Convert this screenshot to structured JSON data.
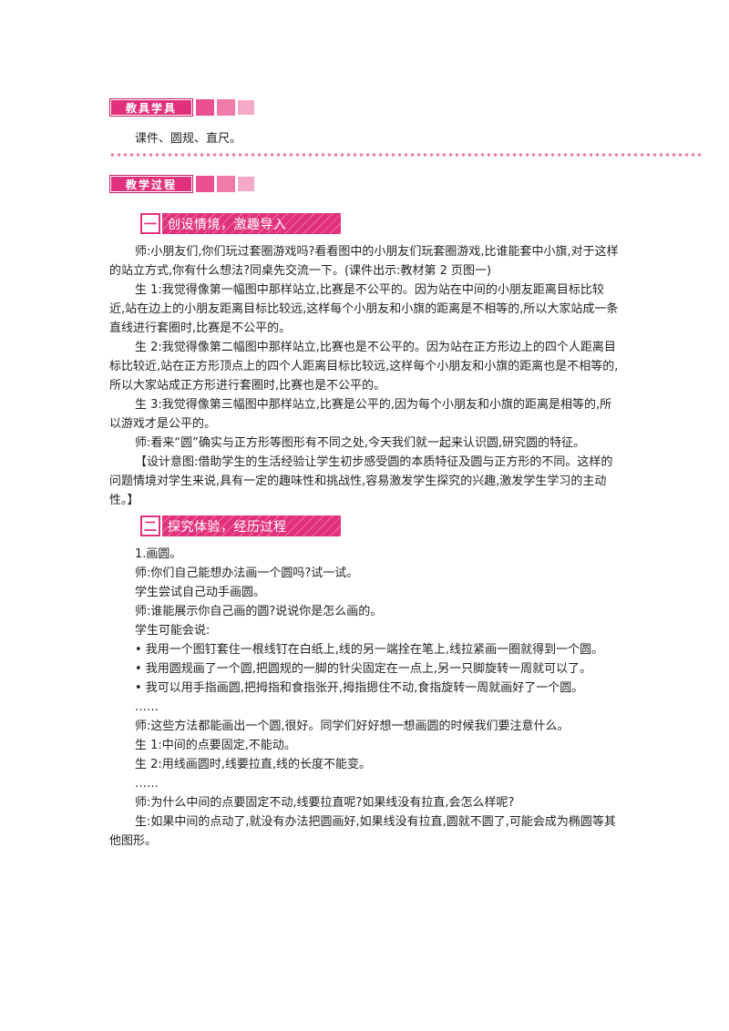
{
  "sections": {
    "tools": {
      "label": "教具学具",
      "content": "课件、圆规、直尺。"
    },
    "process": {
      "label": "教学过程"
    }
  },
  "part1": {
    "num": "一",
    "title": "创设情境，激趣导入",
    "paragraphs": [
      "师:小朋友们,你们玩过套圈游戏吗?看看图中的小朋友们玩套圈游戏,比谁能套中小旗,对于这样的站立方式,你有什么想法?同桌先交流一下。(课件出示:教材第 2 页图一)",
      "生 1:我觉得像第一幅图中那样站立,比赛是不公平的。因为站在中间的小朋友距离目标比较近,站在边上的小朋友距离目标比较远,这样每个小朋友和小旗的距离是不相等的,所以大家站成一条直线进行套圈时,比赛是不公平的。",
      "生 2:我觉得像第二幅图中那样站立,比赛也是不公平的。因为站在正方形边上的四个人距离目标比较近,站在正方形顶点上的四个人距离目标比较远,这样每个小朋友和小旗的距离也是不相等的,所以大家站成正方形进行套圈时,比赛也是不公平的。",
      "生 3:我觉得像第三幅图中那样站立,比赛是公平的,因为每个小朋友和小旗的距离是相等的,所以游戏才是公平的。",
      "师:看来“圆”确实与正方形等图形有不同之处,今天我们就一起来认识圆,研究圆的特征。"
    ],
    "design_note": "【设计意图:借助学生的生活经验让学生初步感受圆的本质特征及圆与正方形的不同。这样的问题情境对学生来说,具有一定的趣味性和挑战性,容易激发学生探究的兴趣,激发学生学习的主动性。】"
  },
  "part2": {
    "num": "二",
    "title": "探究体验，经历过程",
    "lines": [
      "1.画圆。",
      "师:你们自己能想办法画一个圆吗?试一试。",
      "学生尝试自己动手画圆。",
      "师:谁能展示你自己画的圆?说说你是怎么画的。",
      "学生可能会说:",
      "• 我用一个图钉套住一根线钉在白纸上,线的另一端拴在笔上,线拉紧画一圈就得到一个圆。",
      "• 我用圆规画了一个圆,把圆规的一脚的针尖固定在一点上,另一只脚旋转一周就可以了。",
      "• 我可以用手指画圆,把拇指和食指张开,拇指摁住不动,食指旋转一周就画好了一个圆。",
      "……",
      "师:这些方法都能画出一个圆,很好。同学们好好想一想画圆的时候我们要注意什么。",
      "生 1:中间的点要固定,不能动。",
      "生 2:用线画圆时,线要拉直,线的长度不能变。",
      "……",
      "师:为什么中间的点要固定不动,线要拉直呢?如果线没有拉直,会怎么样呢?",
      "生:如果中间的点动了,就没有办法把圆画好,如果线没有拉直,圆就不圆了,可能会成为椭圆等其他图形。"
    ]
  },
  "colors": {
    "accent": "#e2317c",
    "accent_light": "#f5a9c6",
    "text": "#231f20"
  }
}
